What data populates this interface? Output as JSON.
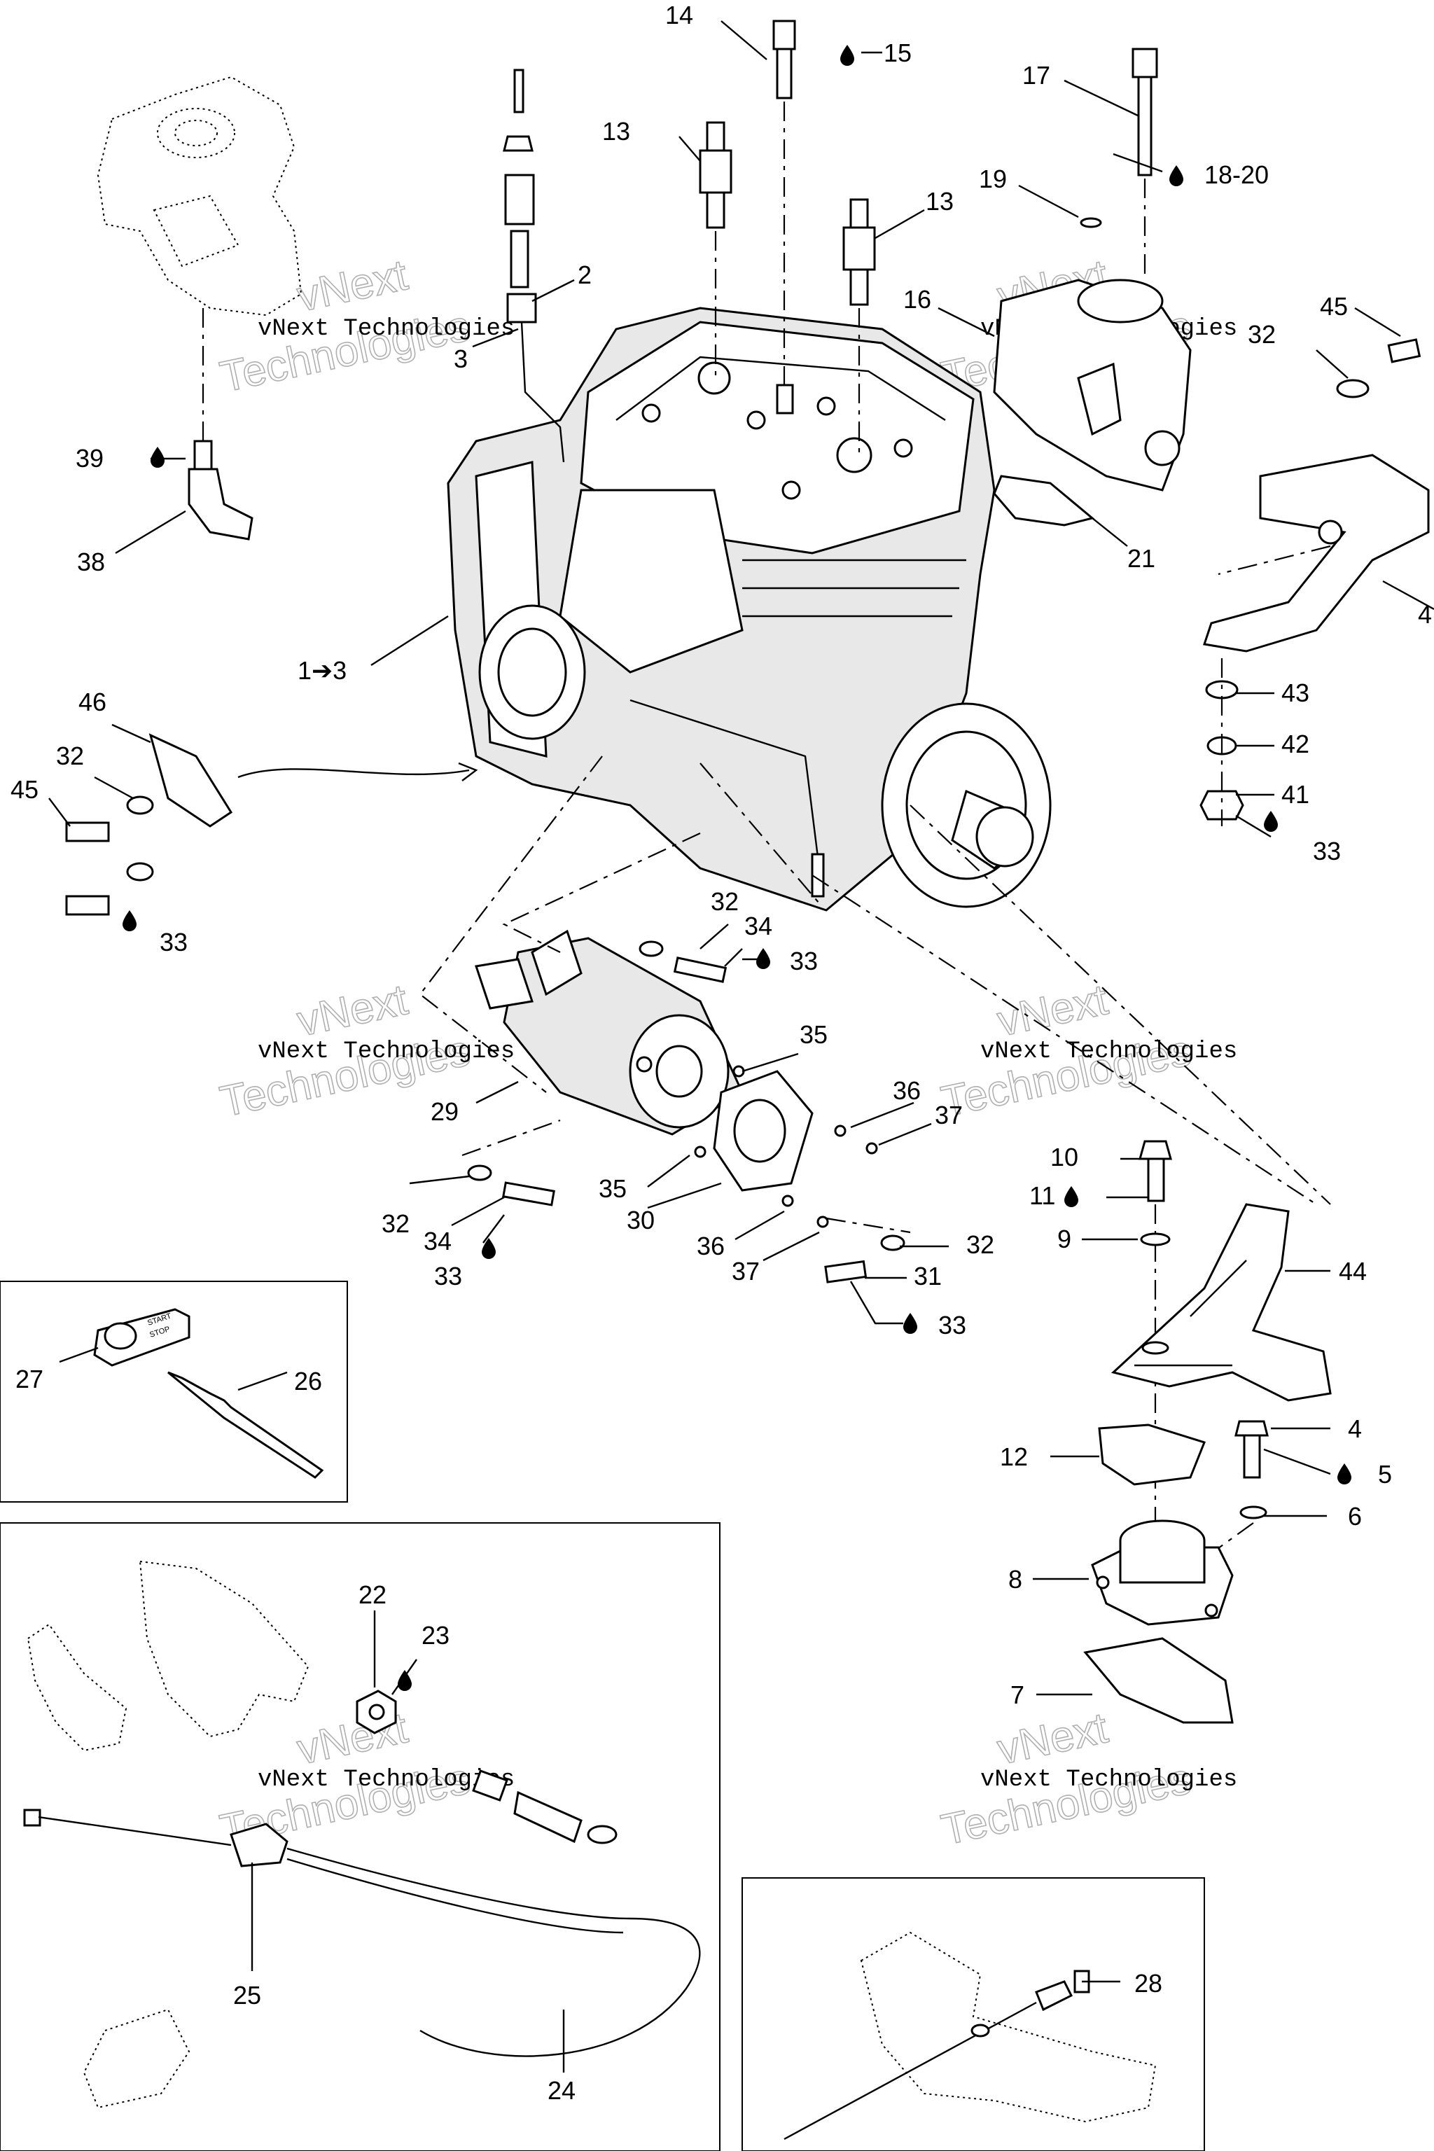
{
  "labels": {
    "n1": "1➔3",
    "n2": "2",
    "n3": "3",
    "n4": "4",
    "n5": "5",
    "n6": "6",
    "n7": "7",
    "n8": "8",
    "n9": "9",
    "n10": "10",
    "n11": "11",
    "n12": "12",
    "n13a": "13",
    "n13b": "13",
    "n14": "14",
    "n15": "15",
    "n16": "16",
    "n17": "17",
    "n18": "18-20",
    "n19": "19",
    "n21": "21",
    "n22": "22",
    "n23": "23",
    "n24": "24",
    "n25": "25",
    "n26": "26",
    "n27": "27",
    "n28": "28",
    "n29": "29",
    "n30": "30",
    "n31": "31",
    "n32a": "32",
    "n32b": "32",
    "n32c": "32",
    "n32d": "32",
    "n32e": "32",
    "n33a": "33",
    "n33b": "33",
    "n33c": "33",
    "n33d": "33",
    "n33e": "33",
    "n34a": "34",
    "n34b": "34",
    "n35a": "35",
    "n35b": "35",
    "n36a": "36",
    "n36b": "36",
    "n37a": "37",
    "n37b": "37",
    "n38": "38",
    "n39": "39",
    "n40": "4",
    "n41": "41",
    "n42": "42",
    "n43": "43",
    "n44": "44",
    "n45a": "45",
    "n45b": "45",
    "n46": "46"
  },
  "watermark": {
    "line1": "vNext Technologies",
    "line2": "vNext",
    "line3": "Technologies"
  },
  "start_button": {
    "line1": "START",
    "line2": "STOP"
  }
}
